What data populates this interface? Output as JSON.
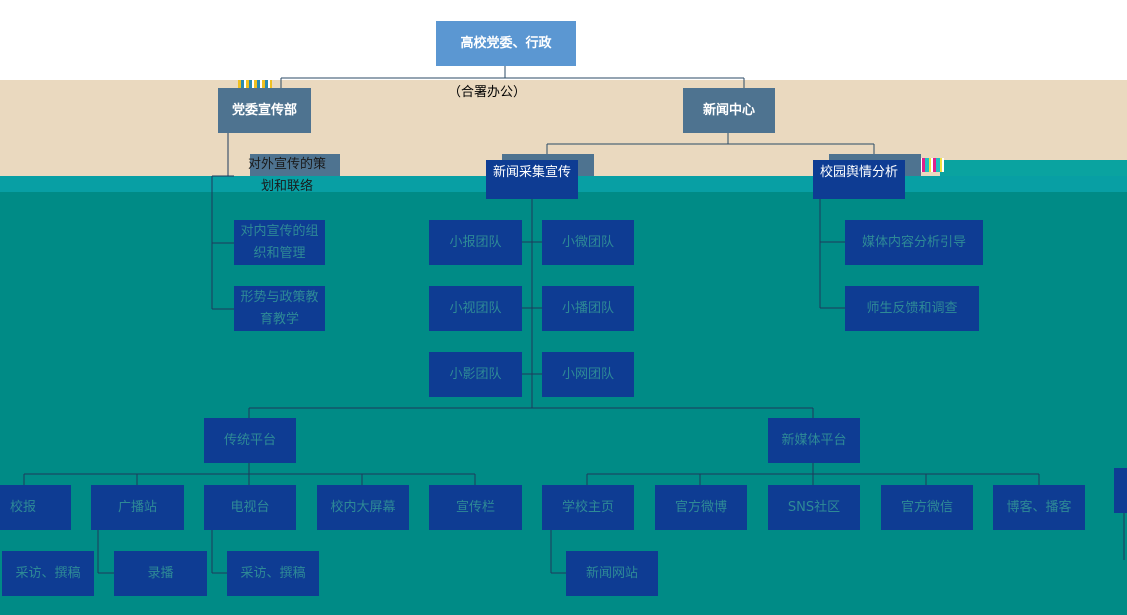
{
  "root": {
    "label": "高校党委、行政"
  },
  "joint_office": "（合署办公）",
  "level1": {
    "propaganda": "党委宣传部",
    "news_center": "新闻中心"
  },
  "propaganda_items": [
    "对外宣传的策\n划和联络",
    "对内宣传的组\n织和管理",
    "形势与政策教\n育教学"
  ],
  "news_center_children": {
    "collection": "新闻采集宣传",
    "opinion": "校园舆情分析"
  },
  "teams": [
    [
      "小报团队",
      "小微团队"
    ],
    [
      "小视团队",
      "小播团队"
    ],
    [
      "小影团队",
      "小网团队"
    ]
  ],
  "opinion_items": [
    "媒体内容分析引导",
    "师生反馈和调查"
  ],
  "platforms": {
    "traditional": "传统平台",
    "new_media": "新媒体平台"
  },
  "traditional_items": [
    "校报",
    "广播站",
    "电视台",
    "校内大屏幕",
    "宣传栏"
  ],
  "new_media_items": [
    "学校主页",
    "官方微博",
    "SNS社区",
    "官方微信",
    "博客、播客"
  ],
  "sub_items": {
    "school_paper": "采访、撰稿",
    "radio": "录播",
    "tv": "采访、撰稿",
    "homepage": "新闻网站"
  },
  "colors": {
    "root_box": "#5b97d2",
    "dept_box": "#4e7390",
    "leaf_box": "#0e3c93",
    "beige_band": "#ead9bf",
    "teal_band": "#008b86"
  }
}
